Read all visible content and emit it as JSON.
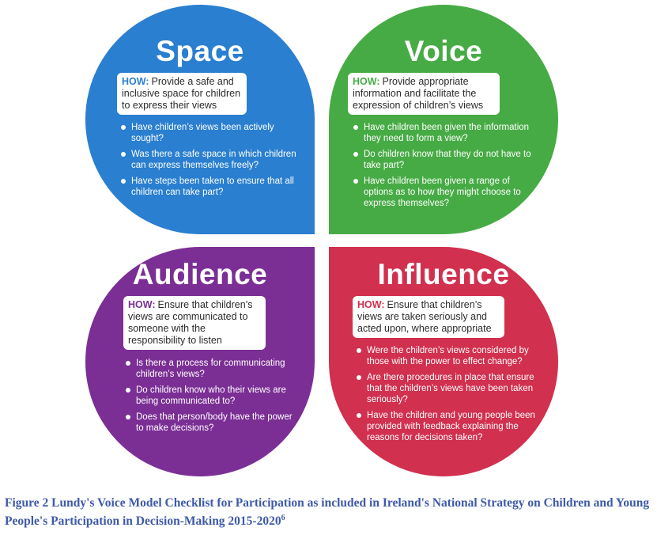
{
  "colors": {
    "space": "#2a7fd0",
    "voice": "#47ab45",
    "audience": "#7b2f95",
    "influence": "#d1304f",
    "how_label": {
      "space": "#2a7fd0",
      "voice": "#47ab45",
      "audience": "#7b2f95",
      "influence": "#d1304f"
    },
    "caption": "#3d5aa8"
  },
  "quadrants": [
    {
      "key": "space",
      "title": "Space",
      "how_label": "HOW:",
      "how_text": "Provide a safe and inclusive space for children to express their views",
      "questions": [
        "Have children’s views been actively sought?",
        "Was there a safe space in which children can express themselves freely?",
        "Have steps been taken to ensure that all children can take part?"
      ]
    },
    {
      "key": "voice",
      "title": "Voice",
      "how_label": "HOW:",
      "how_text": "Provide appropriate information and facilitate the expression of children’s views",
      "questions": [
        "Have children been given the information they need to form a view?",
        "Do children know that they do not have to take part?",
        "Have children been given a range of options as to how they might choose to express themselves?"
      ]
    },
    {
      "key": "audience",
      "title": "Audience",
      "how_label": "HOW:",
      "how_text": "Ensure that children’s views are communicated to someone with the responsibility to listen",
      "questions": [
        "Is there a process for communicating children’s views?",
        "Do children know who their views are being communicated to?",
        "Does that person/body have the power to make decisions?"
      ]
    },
    {
      "key": "influence",
      "title": "Influence",
      "how_label": "HOW:",
      "how_text": "Ensure that children’s views are taken seriously and acted upon, where appropriate",
      "questions": [
        "Were the children’s views considered by those with the power to effect change?",
        "Are there procedures in place that ensure that the children’s views have been taken seriously?",
        "Have the children and young people been provided with feedback explaining the reasons for decisions taken?"
      ]
    }
  ],
  "caption": {
    "text": "Figure 2 Lundy's Voice Model Checklist for Participation as included in Ireland's National Strategy on Children and Young People's Participation in Decision-Making 2015-2020",
    "footnote": "6"
  }
}
